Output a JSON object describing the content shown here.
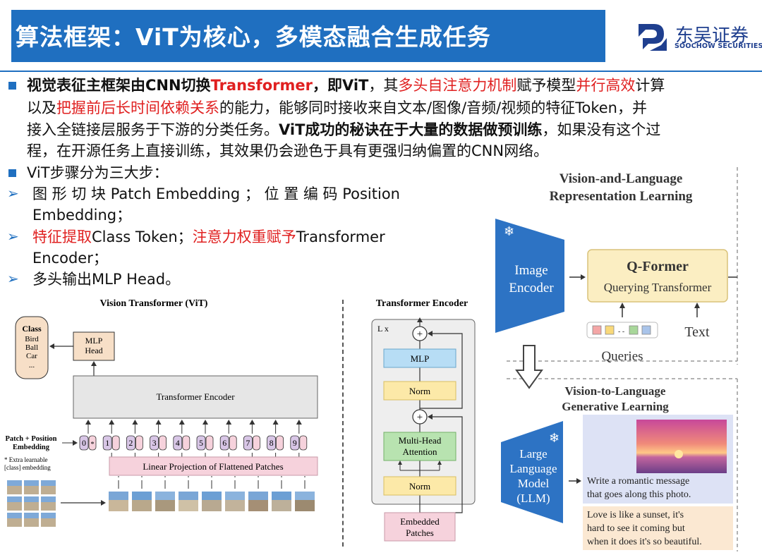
{
  "header": {
    "title": "算法框架：ViT为核心，多模态融合生成任务",
    "logo_cn": "东吴证券",
    "logo_en": "SOOCHOW SECURITIES",
    "accent": "#1f6fc0",
    "highlight": "#e02020"
  },
  "body": {
    "p1_l1_a": "视觉表征主框架由CNN切换",
    "p1_l1_b": "Transformer",
    "p1_l1_c": "，即ViT",
    "p1_l1_d": "，其",
    "p1_l1_e": "多头自注意力机制",
    "p1_l1_f": "赋予模型",
    "p1_l1_g": "并行高效",
    "p1_l1_h": "计算",
    "p1_l2_a": "以及",
    "p1_l2_b": "把握前后长时间依赖关系",
    "p1_l2_c": "的能力，能够同时接收来自文本/图像/音频/视频的特征Token，并",
    "p1_l3_a": "接入全链接层服务于下游的分类任务。",
    "p1_l3_b": "ViT成功的秘诀在于大量的数据做预训练",
    "p1_l3_c": "，如果没有这个过",
    "p1_l4": "程，在开源任务上直接训练，其效果仍会逊色于具有更强归纳偏置的CNN网络。",
    "p2": "ViT步骤分为三大步：",
    "s1_a": "图 形 切 块 Patch   Embedding ；  位 置 编 码 Position",
    "s1_b": "Embedding；",
    "s2_a": "特征提取",
    "s2_b": "Class   Token；",
    "s2_c": "注意力权重赋予",
    "s2_d": "Transformer",
    "s2_e": "Encoder；",
    "s3": "多头输出MLP Head。"
  },
  "vit": {
    "title": "Vision Transformer (ViT)",
    "class_label": "Class",
    "class_items": [
      "Bird",
      "Ball",
      "Car",
      "..."
    ],
    "mlp_head_1": "MLP",
    "mlp_head_2": "Head",
    "encoder": "Transformer Encoder",
    "patch_pos_1": "Patch + Position",
    "patch_pos_2": "Embedding",
    "extra_1": "* Extra learnable",
    "extra_2": "[class] embedding",
    "linear": "Linear Projection of Flattened Patches",
    "tokens": [
      "0*",
      "1",
      "2",
      "3",
      "4",
      "5",
      "6",
      "7",
      "8",
      "9"
    ]
  },
  "encoder_block": {
    "title": "Transformer Encoder",
    "lx": "L x",
    "mlp": "MLP",
    "norm": "Norm",
    "mha_1": "Multi-Head",
    "mha_2": "Attention",
    "plus": "+",
    "embedded_1": "Embedded",
    "embedded_2": "Patches"
  },
  "blip": {
    "stage1_1": "Vision-and-Language",
    "stage1_2": "Representation Learning",
    "image_encoder_1": "Image",
    "image_encoder_2": "Encoder",
    "qformer_1": "Q-Former",
    "qformer_2": "Querying Transformer",
    "text": "Text",
    "queries": "Queries",
    "stage2_1": "Vision-to-Language",
    "stage2_2": "Generative Learning",
    "llm_1": "Large",
    "llm_2": "Language",
    "llm_3": "Model",
    "llm_4": "(LLM)",
    "prompt_1": "Write a romantic message",
    "prompt_2": "that goes along this photo.",
    "answer_1": "Love is like a sunset, it's",
    "answer_2": "hard to see it coming but",
    "answer_3": "when it does it's so beautiful."
  }
}
